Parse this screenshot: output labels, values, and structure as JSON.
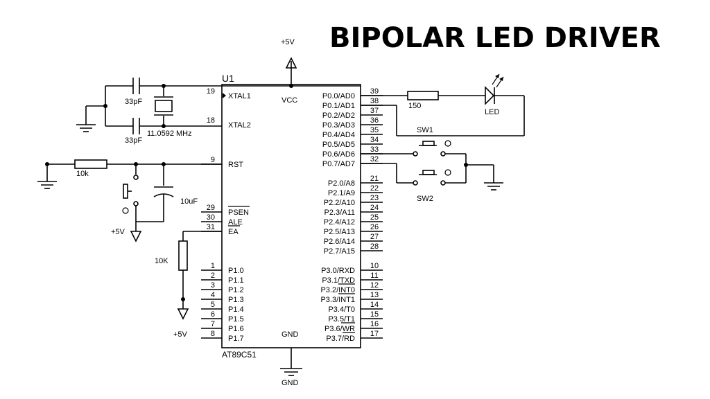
{
  "title": "BIPOLAR LED DRIVER",
  "chip": {
    "ref": "U1",
    "part": "AT89C51",
    "vcc_label": "VCC",
    "gnd_label": "GND",
    "left_pins": [
      {
        "num": "19",
        "name": "XTAL1"
      },
      {
        "num": "18",
        "name": "XTAL2"
      },
      {
        "num": "9",
        "name": "RST"
      },
      {
        "num": "29",
        "name": "PSEN"
      },
      {
        "num": "30",
        "name": "ALE"
      },
      {
        "num": "31",
        "name": "EA"
      },
      {
        "num": "1",
        "name": "P1.0"
      },
      {
        "num": "2",
        "name": "P1.1"
      },
      {
        "num": "3",
        "name": "P1.2"
      },
      {
        "num": "4",
        "name": "P1.3"
      },
      {
        "num": "5",
        "name": "P1.4"
      },
      {
        "num": "6",
        "name": "P1.5"
      },
      {
        "num": "7",
        "name": "P1.6"
      },
      {
        "num": "8",
        "name": "P1.7"
      }
    ],
    "right_pins": [
      {
        "num": "39",
        "name": "P0.0/AD0"
      },
      {
        "num": "38",
        "name": "P0.1/AD1"
      },
      {
        "num": "37",
        "name": "P0.2/AD2"
      },
      {
        "num": "36",
        "name": "P0.3/AD3"
      },
      {
        "num": "35",
        "name": "P0.4/AD4"
      },
      {
        "num": "34",
        "name": "P0.5/AD5"
      },
      {
        "num": "33",
        "name": "P0.6/AD6"
      },
      {
        "num": "32",
        "name": "P0.7/AD7"
      },
      {
        "num": "21",
        "name": "P2.0/A8"
      },
      {
        "num": "22",
        "name": "P2.1/A9"
      },
      {
        "num": "23",
        "name": "P2.2/A10"
      },
      {
        "num": "24",
        "name": "P2.3/A11"
      },
      {
        "num": "25",
        "name": "P2.4/A12"
      },
      {
        "num": "26",
        "name": "P2.5/A13"
      },
      {
        "num": "27",
        "name": "P2.6/A14"
      },
      {
        "num": "28",
        "name": "P2.7/A15"
      },
      {
        "num": "10",
        "name": "P3.0/RXD"
      },
      {
        "num": "11",
        "name": "P3.1/TXD"
      },
      {
        "num": "12",
        "name": "P3.2/INT0"
      },
      {
        "num": "13",
        "name": "P3.3/INT1"
      },
      {
        "num": "14",
        "name": "P3.4/T0"
      },
      {
        "num": "15",
        "name": "P3.5/T1"
      },
      {
        "num": "16",
        "name": "P3.6/WR"
      },
      {
        "num": "17",
        "name": "P3.7/RD"
      }
    ]
  },
  "components": {
    "cap1": "33pF",
    "cap2": "33pF",
    "crystal": "11.0592 MHz",
    "r_reset": "10k",
    "c_reset": "10uF",
    "r_ea": "10K",
    "r_led": "150",
    "led": "LED",
    "sw1": "SW1",
    "sw2": "SW2"
  },
  "power": {
    "vcc_top": "+5V",
    "vcc_reset": "+5V",
    "vcc_ea": "+5V",
    "gnd_bottom": "GND"
  }
}
